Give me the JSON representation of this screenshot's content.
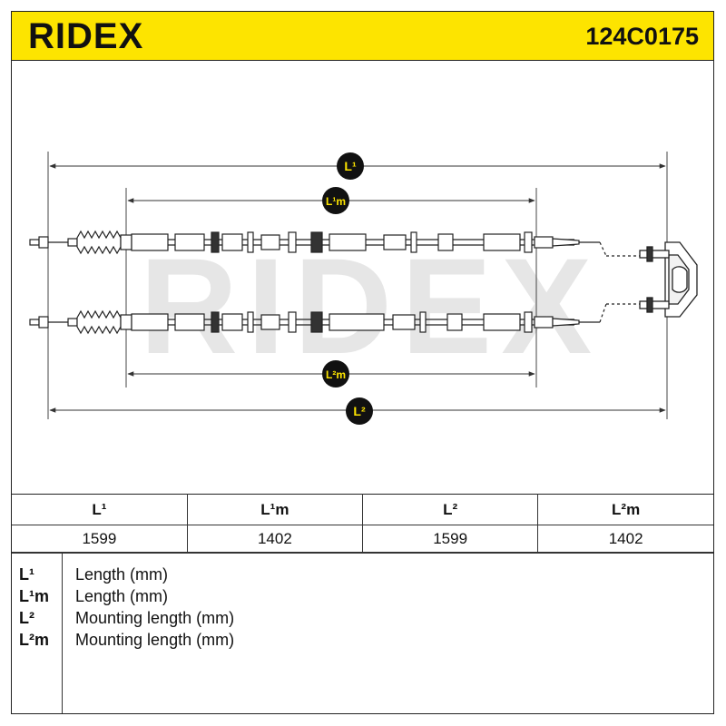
{
  "header": {
    "brand": "RIDEX",
    "part_number": "124C0175",
    "accent_color": "#fde400"
  },
  "drawing": {
    "watermark": "RIDEX",
    "dimension_badges": {
      "l1": "L¹",
      "l1m": "L¹m",
      "l2m": "L²m",
      "l2": "L²"
    },
    "badge_color": "#111111",
    "badge_text_color": "#fde400"
  },
  "dimensions_table": {
    "headers": [
      "L¹",
      "L¹m",
      "L²",
      "L²m"
    ],
    "values": [
      "1599",
      "1402",
      "1599",
      "1402"
    ]
  },
  "legend": [
    {
      "code": "L¹",
      "description": "Length (mm)"
    },
    {
      "code": "L¹m",
      "description": "Length (mm)"
    },
    {
      "code": "L²",
      "description": "Mounting length (mm)"
    },
    {
      "code": "L²m",
      "description": "Mounting length (mm)"
    }
  ]
}
